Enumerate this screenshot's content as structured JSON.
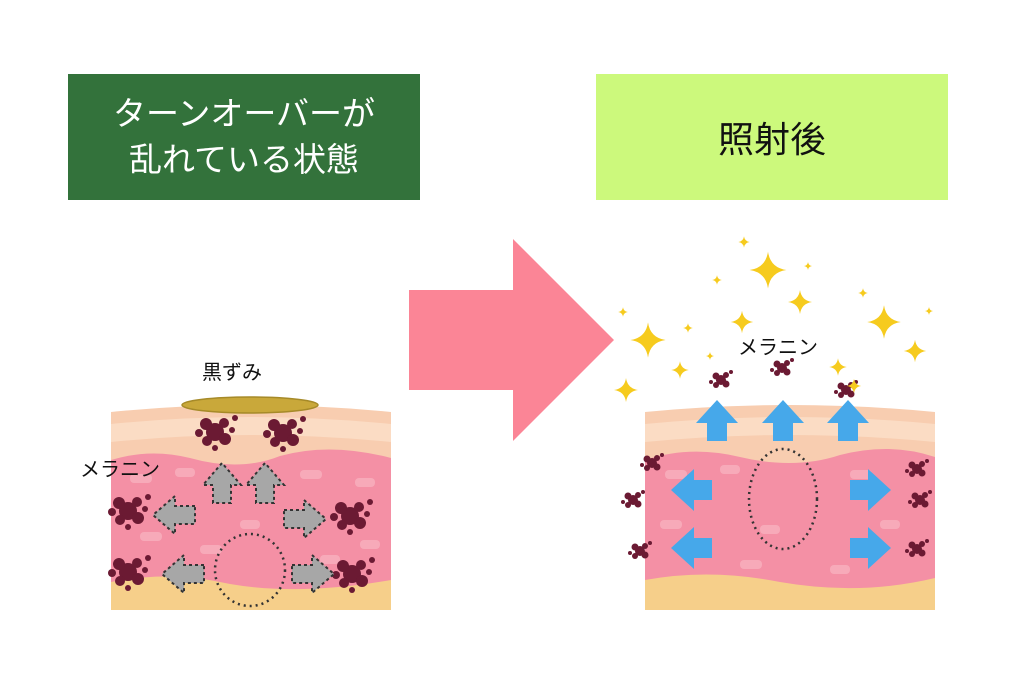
{
  "left_panel": {
    "title_line1": "ターンオーバーが",
    "title_line2": "乱れている状態",
    "label_kusumi": "黒ずみ",
    "label_melanin": "メラニン"
  },
  "right_panel": {
    "title": "照射後",
    "label_melanin": "メラニン"
  },
  "colors": {
    "left_banner_bg": "#33723b",
    "right_banner_bg": "#ccf97c",
    "transition_arrow": "#fb8596",
    "skin_top_layer": "#f8cdb0",
    "skin_dermis": "#f490a5",
    "skin_fat": "#f6cf8a",
    "melanin": "#6b1a33",
    "up_arrows_right": "#46a8ea",
    "sparkle": "#f6cb1e",
    "dashed_arrows_left": "#a7a7a7"
  }
}
